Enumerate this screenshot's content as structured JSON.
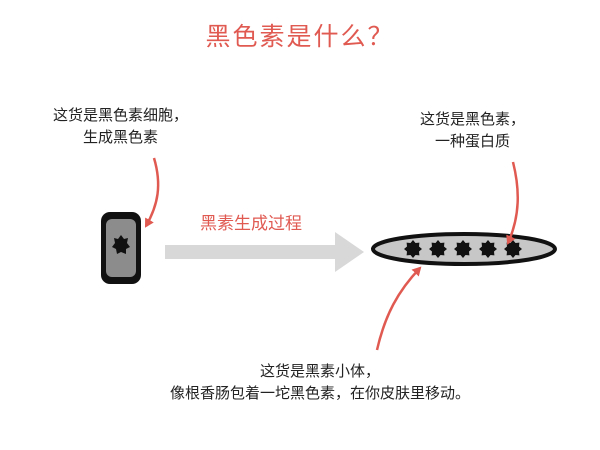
{
  "title": "黑色素是什么？",
  "process_label": "黑素生成过程",
  "annotations": {
    "cell": {
      "line1": "这货是黑色素细胞，",
      "line2": "生成黑色素"
    },
    "protein": {
      "line1": "这货是黑色素，",
      "line2": "一种蛋白质"
    },
    "sac": {
      "line1": "这货是黑素小体，",
      "line2": "像根香肠包着一坨黑色素，在你皮肤里移动。"
    }
  },
  "colors": {
    "accent": "#e05a52",
    "ink": "#111111",
    "cell_frame": "#8c8c8c",
    "process_arrow": "#d8d8d8",
    "sac_fill": "#c7c7c7"
  }
}
